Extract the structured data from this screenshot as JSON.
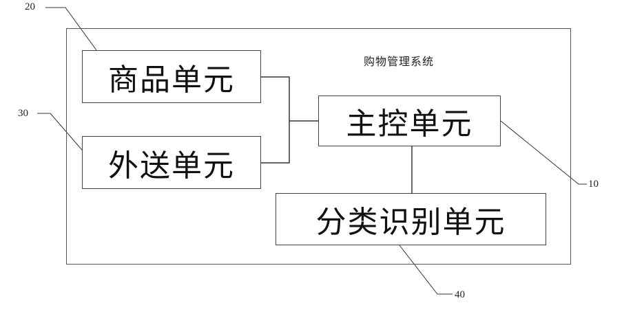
{
  "system_title": "购物管理系统",
  "units": {
    "goods": "商品单元",
    "delivery": "外送单元",
    "main_control": "主控单元",
    "classify": "分类识别单元"
  },
  "refs": {
    "goods": "20",
    "delivery": "30",
    "main_control": "10",
    "classify": "40"
  }
}
